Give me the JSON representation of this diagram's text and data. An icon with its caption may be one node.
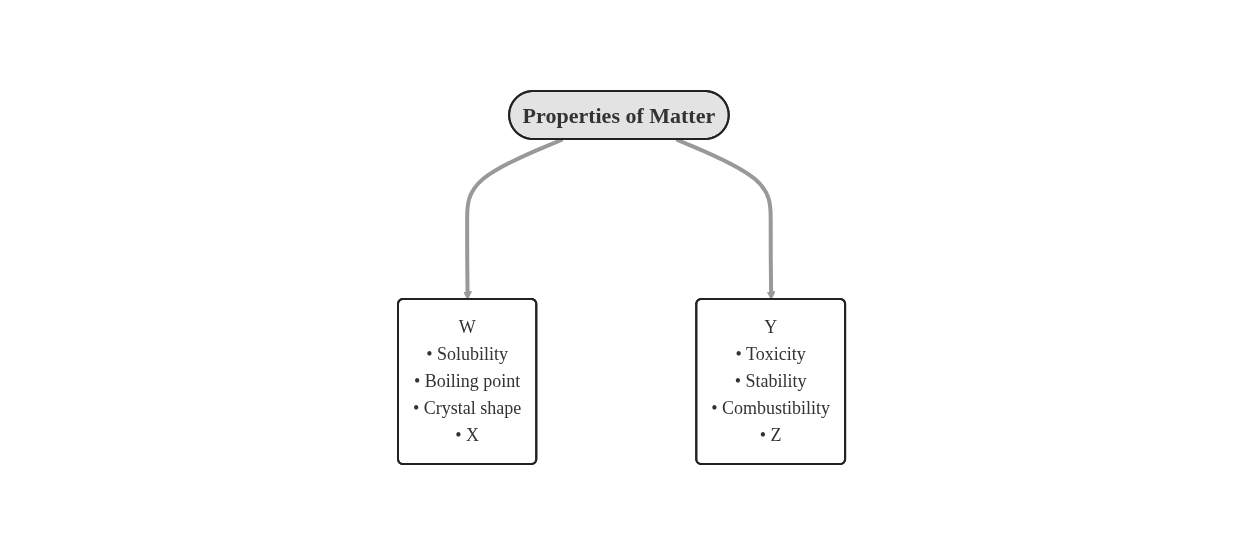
{
  "diagram": {
    "nodes": [
      {
        "text": [
          "Properties of Matter"
        ]
      },
      {
        "text": [
          "W",
          "• Solubility",
          "• Boiling point",
          "• Crystal shape",
          "• X"
        ]
      },
      {
        "text": [
          "Y",
          "• Toxicity",
          "• Stability",
          "• Combustibility",
          "• Z"
        ]
      }
    ],
    "edges": [
      {
        "from": 0,
        "to": 1,
        "arrow": "to"
      },
      {
        "from": 0,
        "to": 2,
        "arrow": "to"
      }
    ]
  }
}
